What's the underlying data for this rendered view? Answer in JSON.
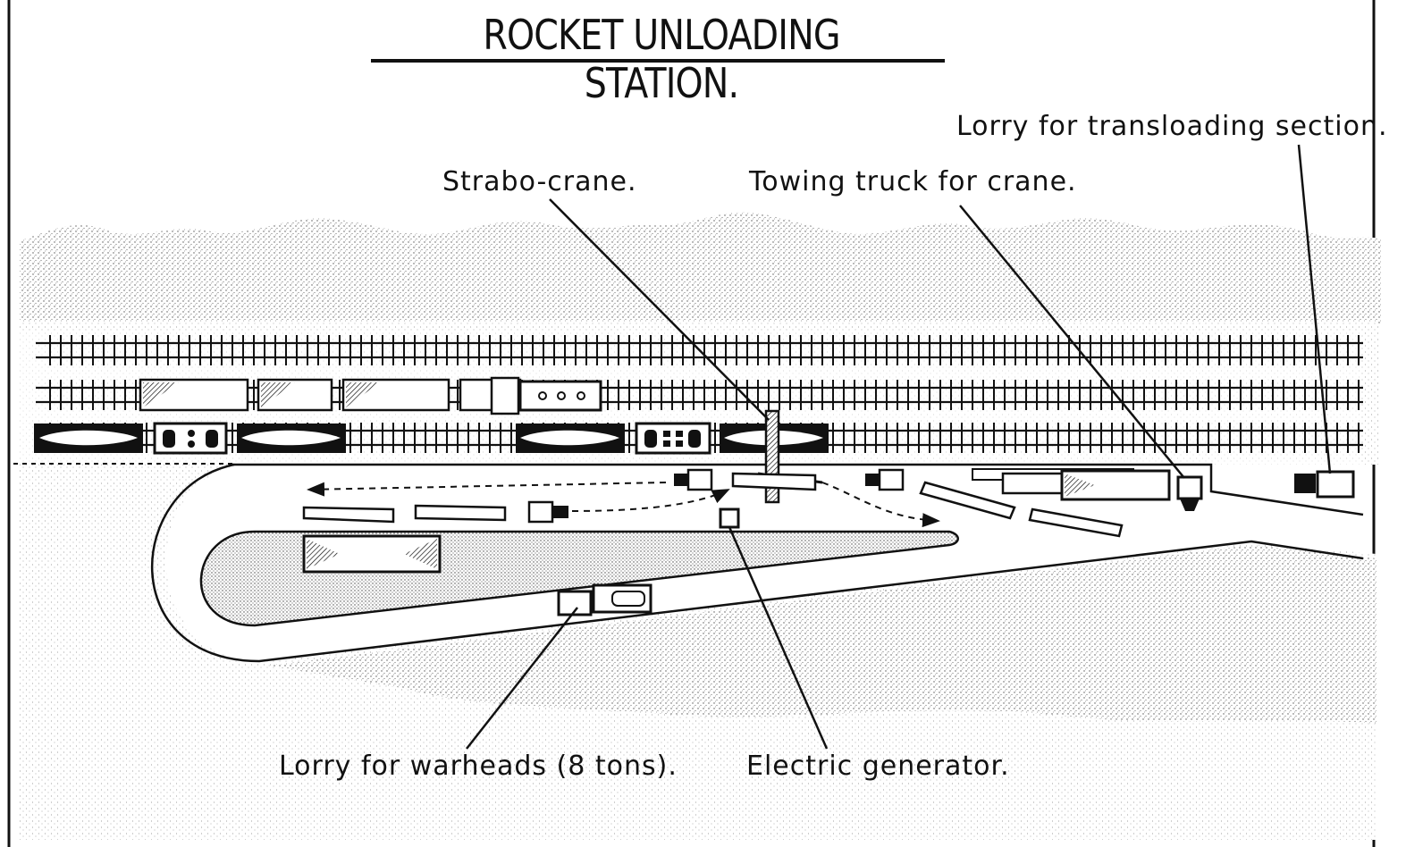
{
  "title": "ROCKET UNLOADING STATION.",
  "labels": {
    "strabo_crane": "Strabo-crane.",
    "towing_truck": "Towing truck for crane.",
    "lorry_transloading": "Lorry for transloading section.",
    "lorry_warheads": "Lorry for warheads (8 tons).",
    "electric_generator": "Electric generator."
  },
  "colors": {
    "ink": "#111111",
    "paper": "#ffffff",
    "stipple": "#9a9a9a"
  },
  "icons": {
    "railway_track": "rail-track",
    "rail_wagon": "flat-wagon",
    "rocket": "rocket-on-wagon",
    "crane": "gantry-crane",
    "truck": "lorry"
  }
}
